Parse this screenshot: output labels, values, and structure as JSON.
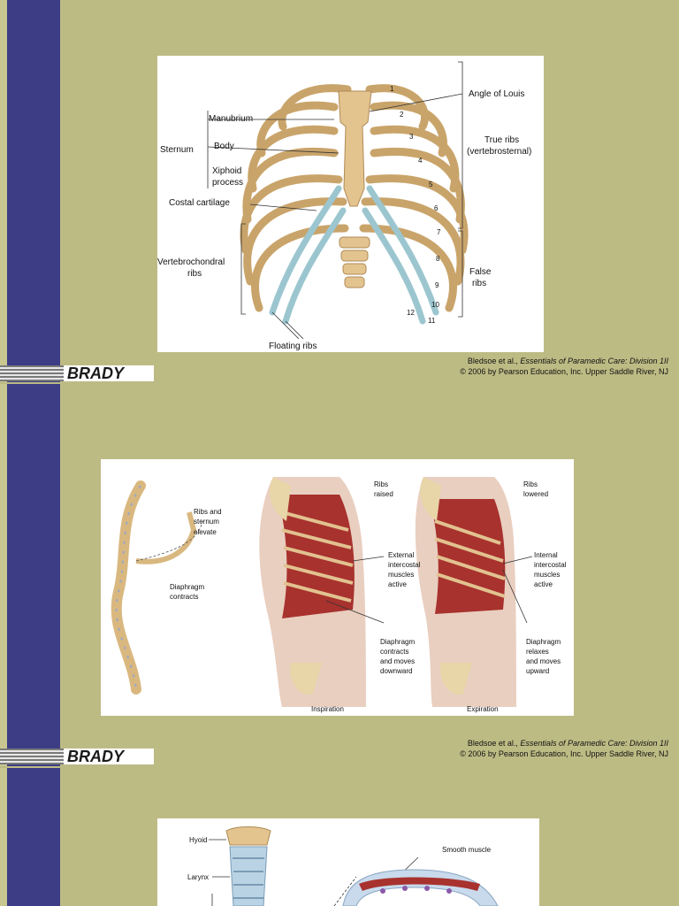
{
  "brand": "BRADY",
  "credit": {
    "line1_prefix": "Bledsoe et al., ",
    "line1_title": "Essentials of Paramedic Care: Division 1II",
    "line2": "© 2006 by Pearson Education, Inc. Upper Saddle River, NJ"
  },
  "slide1": {
    "labels": {
      "angle_of_louis": "Angle of Louis",
      "manubrium": "Manubrium",
      "sternum": "Sternum",
      "body": "Body",
      "xiphoid": "Xiphoid",
      "process": "process",
      "costal_cartilage": "Costal cartilage",
      "true_ribs": "True ribs",
      "true_ribs_sub": "(vertebrosternal)",
      "vertebrochondral": "Vertebrochondral",
      "ribs": "ribs",
      "false": "False",
      "false_ribs": "ribs",
      "floating_ribs": "Floating ribs",
      "n1": "1",
      "n2": "2",
      "n3": "3",
      "n4": "4",
      "n5": "5",
      "n6": "6",
      "n7": "7",
      "n8": "8",
      "n9": "9",
      "n10": "10",
      "n11": "11",
      "n12": "12"
    }
  },
  "slide2": {
    "labels": {
      "ribs_and": "Ribs and",
      "sternum": "sternum",
      "elevate": "elevate",
      "diaphragm": "Diaphragm",
      "contracts": "contracts",
      "ribs_raised_1": "Ribs",
      "ribs_raised_2": "raised",
      "ext_1": "External",
      "ext_2": "intercostal",
      "ext_3": "muscles",
      "ext_4": "active",
      "dia_c_1": "Diaphragm",
      "dia_c_2": "contracts",
      "dia_c_3": "and moves",
      "dia_c_4": "downward",
      "ribs_lowered_1": "Ribs",
      "ribs_lowered_2": "lowered",
      "int_1": "Internal",
      "int_2": "intercostal",
      "int_3": "muscles",
      "int_4": "active",
      "dia_r_1": "Diaphragm",
      "dia_r_2": "relaxes",
      "dia_r_3": "and moves",
      "dia_r_4": "upward",
      "inspiration": "Inspiration",
      "expiration": "Expiration"
    }
  },
  "slide3": {
    "labels": {
      "hyoid": "Hyoid",
      "larynx": "Larynx",
      "smooth_muscle": "Smooth muscle"
    }
  },
  "colors": {
    "background": "#bdbb84",
    "sidebar": "#3c3d85",
    "bone": "#e3c48f",
    "cartilage": "#9cc6cf",
    "muscle": "#a8322e"
  }
}
